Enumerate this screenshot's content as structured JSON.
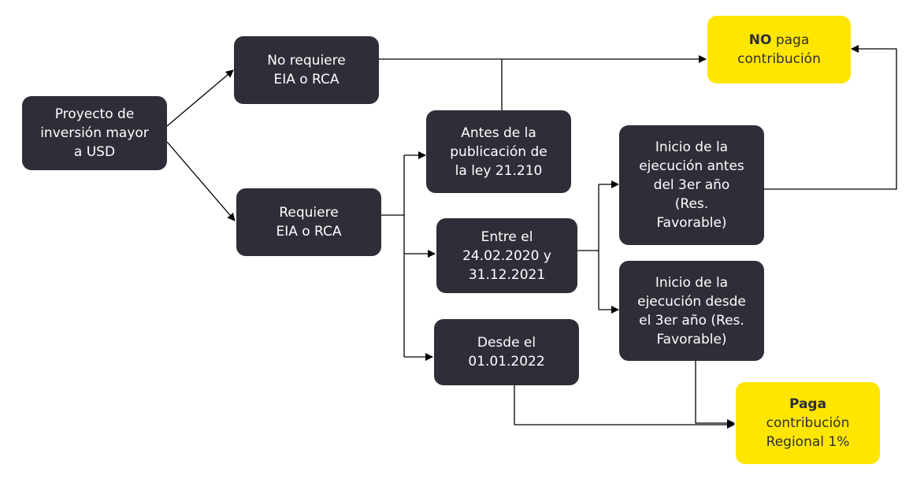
{
  "nodes": {
    "proyecto": {
      "lines": [
        "Proyecto de",
        "inversión mayor",
        "a USD"
      ]
    },
    "no_requiere": {
      "lines": [
        "No requiere",
        "EIA o RCA"
      ]
    },
    "requiere": {
      "lines": [
        "Requiere",
        "EIA o RCA"
      ]
    },
    "antes": {
      "lines": [
        "Antes de la",
        "publicación de",
        "la ley 21.210"
      ]
    },
    "entre": {
      "lines": [
        "Entre el",
        "24.02.2020 y",
        "31.12.2021"
      ]
    },
    "desde": {
      "lines": [
        "Desde el",
        "01.01.2022"
      ]
    },
    "inicio_antes": {
      "lines": [
        "Inicio de la",
        "ejecución antes",
        "del 3er año",
        "(Res.",
        "Favorable)"
      ]
    },
    "inicio_desde": {
      "lines": [
        "Inicio de la",
        "ejecución desde",
        "el 3er año (Res.",
        "Favorable)"
      ]
    },
    "no_paga": {
      "bold": "NO",
      "rest": " paga",
      "line2": "contribución"
    },
    "paga": {
      "bold": "Paga",
      "line2": "contribución",
      "line3": "Regional 1%"
    }
  },
  "colors": {
    "dark": "#2e2e38",
    "yellow": "#ffe600",
    "line": "#000000"
  }
}
